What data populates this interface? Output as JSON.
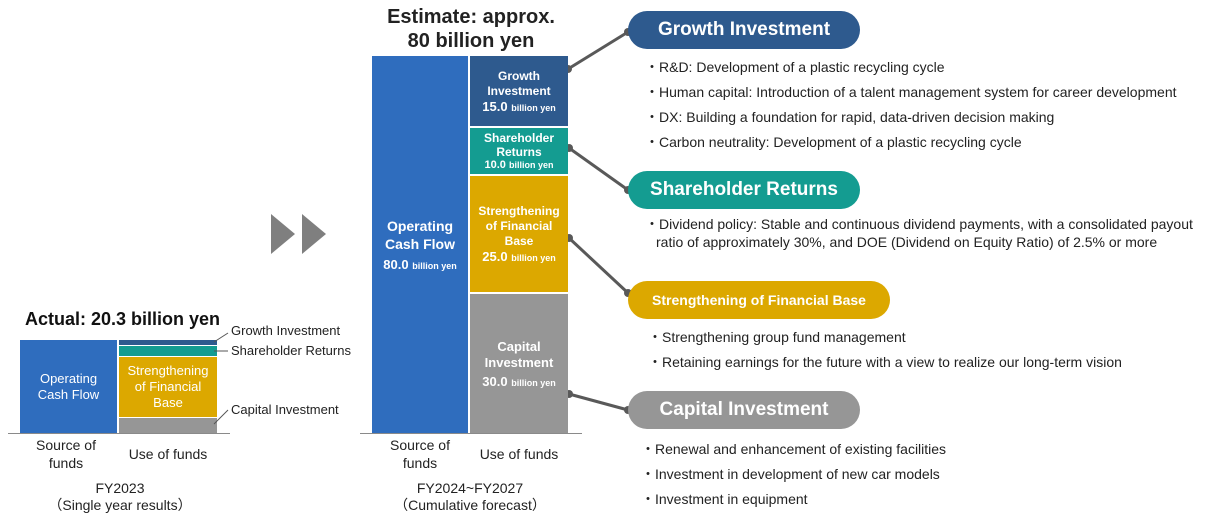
{
  "left": {
    "title": "Actual: 20.3 billion yen",
    "source_bar_label": "Operating Cash Flow",
    "financial_base_label": "Strengthening of Financial Base",
    "labels": {
      "growth": "Growth Investment",
      "shareholder": "Shareholder Returns",
      "capital": "Capital Investment"
    },
    "axis": {
      "source": "Source of funds",
      "use": "Use of funds"
    },
    "caption_line1": "FY2023",
    "caption_line2": "（Single year results）"
  },
  "right": {
    "title_line1": "Estimate: approx.",
    "title_line2": "80 billion yen",
    "source_bar": {
      "label": "Operating Cash Flow",
      "amount": "80.0",
      "unit": "billion yen"
    },
    "segments": [
      {
        "key": "growth",
        "label": "Growth Investment",
        "amount": "15.0",
        "unit": "billion yen",
        "value": 15.0,
        "color": "#2E5A8E"
      },
      {
        "key": "shareholder",
        "label": "Shareholder Returns",
        "amount": "10.0",
        "unit": "billion yen",
        "value": 10.0,
        "color": "#149C91"
      },
      {
        "key": "financial",
        "label": "Strengthening of Financial Base",
        "amount": "25.0",
        "unit": "billion yen",
        "value": 25.0,
        "color": "#DCA800"
      },
      {
        "key": "capital",
        "label": "Capital Investment",
        "amount": "30.0",
        "unit": "billion yen",
        "value": 30.0,
        "color": "#969696"
      }
    ],
    "axis": {
      "source": "Source of funds",
      "use": "Use of funds"
    },
    "caption_line1": "FY2024~FY2027",
    "caption_line2": "（Cumulative forecast）"
  },
  "details": {
    "growth": {
      "heading": "Growth Investment",
      "color": "#2E5A8E",
      "bullets": [
        "・R&D: Development of a plastic recycling cycle",
        "・Human capital: Introduction of a talent management system for career development",
        "・DX: Building a foundation for rapid, data-driven decision making",
        "・Carbon neutrality: Development of a plastic recycling cycle"
      ]
    },
    "shareholder": {
      "heading": "Shareholder Returns",
      "color": "#149C91",
      "bullets": [
        "・Dividend policy: Stable and continuous dividend payments, with a consolidated payout ratio of approximately 30%, and DOE (Dividend on Equity Ratio) of 2.5% or more"
      ]
    },
    "financial": {
      "heading": "Strengthening of Financial Base",
      "color": "#DCA800",
      "bullets": [
        "・Strengthening group fund management",
        "・Retaining earnings for the future with a view to realize our long-term vision"
      ]
    },
    "capital": {
      "heading": "Capital Investment",
      "color": "#969696",
      "bullets": [
        "・Renewal and enhancement of existing facilities",
        "・Investment in development of new car models",
        "・Investment in equipment"
      ]
    }
  },
  "colors": {
    "operating_cash_flow": "#2F6DBE",
    "arrow": "#7F7F7F"
  }
}
